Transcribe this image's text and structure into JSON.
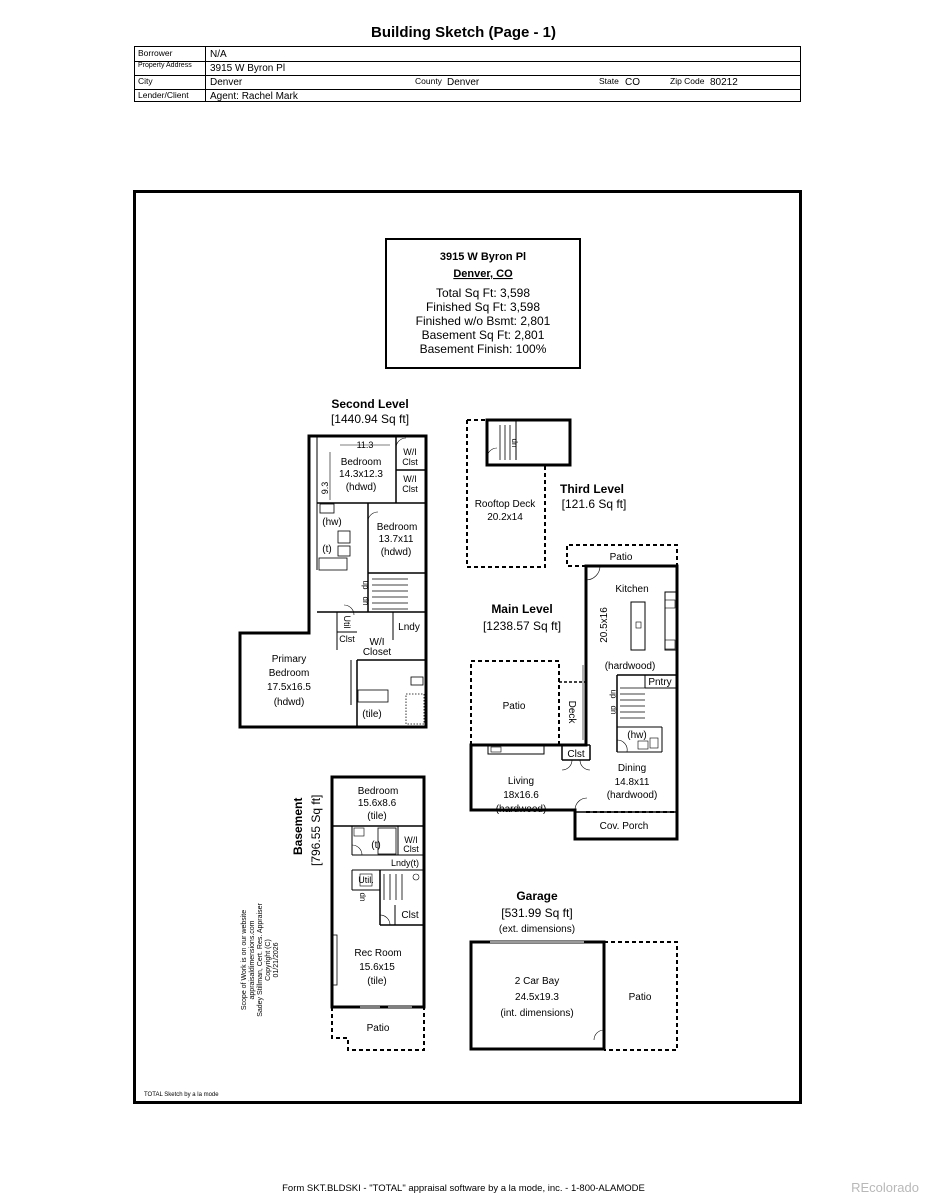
{
  "page_title": "Building Sketch (Page - 1)",
  "header": {
    "borrower_label": "Borrower",
    "borrower": "N/A",
    "address_label": "Property Address",
    "address": "3915 W Byron Pl",
    "city_label": "City",
    "city": "Denver",
    "county_label": "County",
    "county": "Denver",
    "state_label": "State",
    "state": "CO",
    "zip_label": "Zip Code",
    "zip": "80212",
    "lender_label": "Lender/Client",
    "lender": "Agent: Rachel Mark"
  },
  "summary": {
    "address": "3915 W Byron Pl",
    "city": "Denver, CO",
    "total": "Total Sq Ft: 3,598",
    "finished": "Finished Sq Ft: 3,598",
    "finished_wo_bsmt": "Finished w/o Bsmt: 2,801",
    "basement": "Basement Sq Ft: 2,801",
    "basement_finish": "Basement Finish: 100%"
  },
  "levels": {
    "second": {
      "name": "Second Level",
      "area": "[1440.94 Sq ft]"
    },
    "third": {
      "name": "Third Level",
      "area": "[121.6 Sq ft]"
    },
    "main": {
      "name": "Main Level",
      "area": "[1238.57 Sq ft]"
    },
    "basement": {
      "name": "Basement",
      "area": "[796.55 Sq ft]"
    },
    "garage": {
      "name": "Garage",
      "area": "[531.99 Sq ft]",
      "note": "(ext. dimensions)"
    }
  },
  "rooms": {
    "dim_113": "11.3",
    "dim_93": "9.3",
    "bedroom1": "Bedroom",
    "bedroom1_dim": "14.3x12.3",
    "bedroom1_floor": "(hdwd)",
    "wi_clst1": "W/I",
    "wi_clst1b": "Clst",
    "wi_clst2": "W/I",
    "wi_clst2b": "Clst",
    "hw_2": "(hw)",
    "t_2": "(t)",
    "bedroom2": "Bedroom",
    "bedroom2_dim": "13.7x11",
    "bedroom2_floor": "(hdwd)",
    "up": "up",
    "dn": "dn",
    "util2": "Util",
    "clst2": "Clst",
    "wi_closet": "W/I",
    "wi_closet2": "Closet",
    "lndy2": "Lndy",
    "primary1": "Primary",
    "primary2": "Bedroom",
    "primary_dim": "17.5x16.5",
    "primary_floor": "(hdwd)",
    "tile2": "(tile)",
    "rooftop": "Rooftop Deck",
    "rooftop_dim": "20.2x14",
    "patio_kitchen": "Patio",
    "kitchen": "Kitchen",
    "kitchen_dim": "20.5x16",
    "kitchen_floor": "(hardwood)",
    "pntry": "Pntry",
    "hw_main": "(hw)",
    "patio_main": "Patio",
    "deck": "Deck",
    "clst_main": "Clst",
    "living": "Living",
    "living_dim": "18x16.6",
    "living_floor": "(hardwood)",
    "dining": "Dining",
    "dining_dim": "14.8x11",
    "dining_floor": "(hardwood)",
    "porch": "Cov. Porch",
    "b_bedroom": "Bedroom",
    "b_bedroom_dim": "15.6x8.6",
    "b_bedroom_floor": "(tile)",
    "b_t": "(t)",
    "b_wi": "W/I",
    "b_clst": "Clst",
    "b_lndy": "Lndy(t)",
    "b_util": "Util.",
    "b_dn": "dn",
    "b_clst2": "Clst",
    "rec": "Rec Room",
    "rec_dim": "15.6x15",
    "rec_floor": "(tile)",
    "b_patio": "Patio",
    "garage_bay": "2 Car Bay",
    "garage_dim": "24.5x19.3",
    "garage_int": "(int. dimensions)",
    "garage_patio": "Patio"
  },
  "credits": {
    "line1": "Scope of Work is on our website",
    "line2": "appraisaldimensions.com",
    "line3": "Sadey Stillman, Cert. Res. Appraiser",
    "line4": "Copyright (C)",
    "line5": "01/21/2026"
  },
  "sketch_note": "TOTAL Sketch by a la mode",
  "footer": "Form SKT.BLDSKI - \"TOTAL\" appraisal software by a la mode, inc. - 1-800-ALAMODE",
  "brand": "REcolorado"
}
